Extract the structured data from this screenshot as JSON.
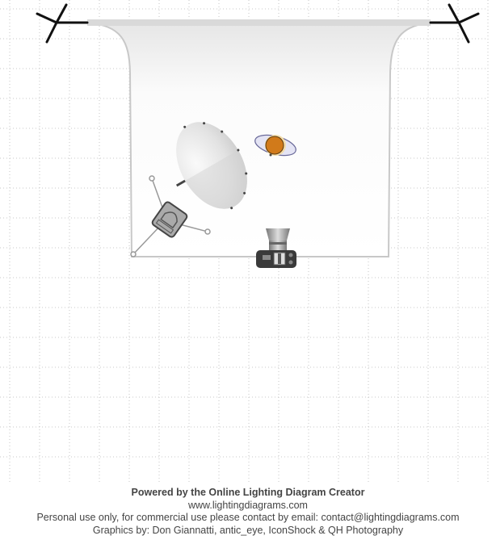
{
  "diagram": {
    "items": [
      "backdrop",
      "backdrop-stand-left",
      "backdrop-stand-right",
      "umbrella-light",
      "light-stand",
      "subject",
      "camera"
    ]
  },
  "colors": {
    "grid": "#b8b8b8",
    "subject": "#d17a1a",
    "subject_outline": "#8888cc"
  },
  "footer": {
    "powered_by": "Powered by the Online Lighting Diagram Creator",
    "website": "www.lightingdiagrams.com",
    "license": "Personal use only, for commercial use please contact by email: contact@lightingdiagrams.com",
    "credits": "Graphics by: Don Giannatti, antic_eye, IconShock & QH Photography"
  }
}
